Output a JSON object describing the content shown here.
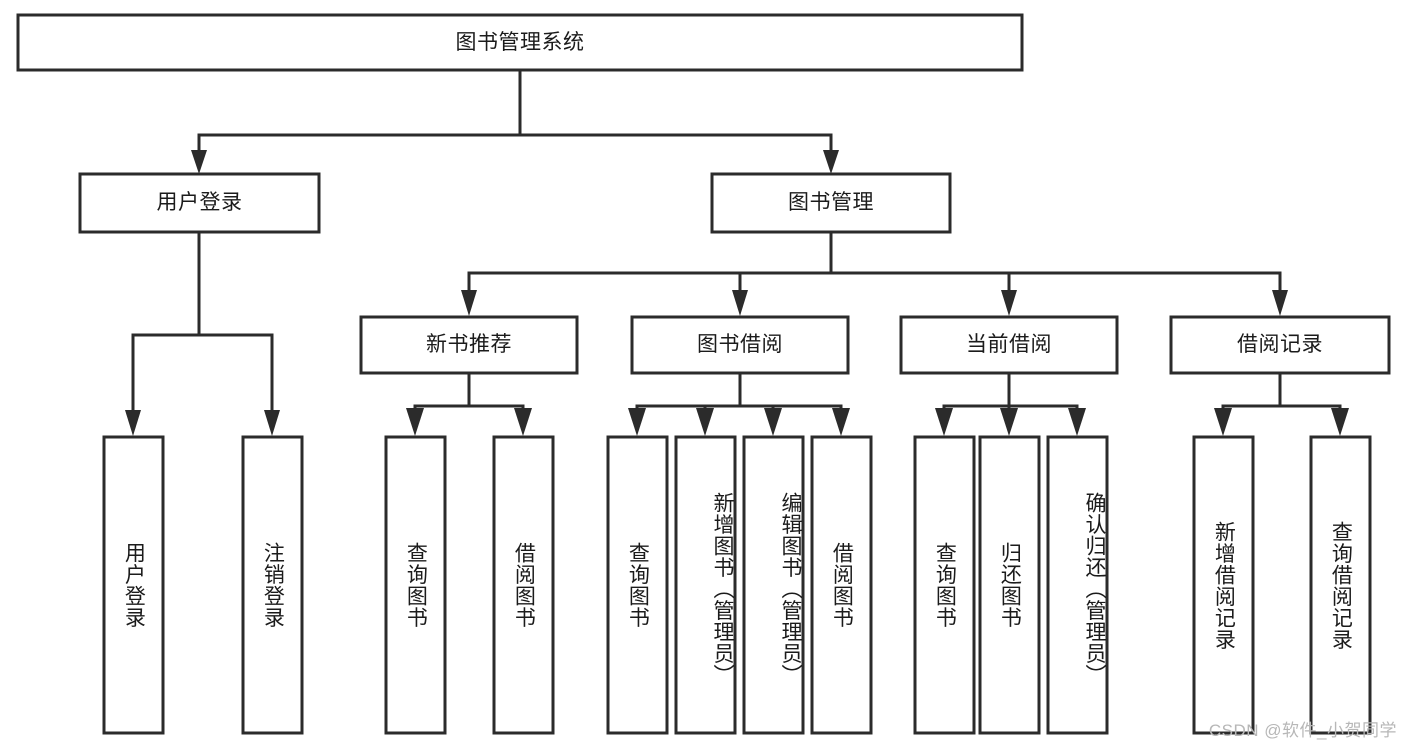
{
  "diagram": {
    "type": "tree-hierarchy-chart",
    "root": {
      "label": "图书管理系统"
    },
    "level2": [
      {
        "id": "user-login",
        "label": "用户登录"
      },
      {
        "id": "book-management",
        "label": "图书管理"
      }
    ],
    "level3": [
      {
        "id": "new-book-recommend",
        "label": "新书推荐",
        "parent": "book-management"
      },
      {
        "id": "book-borrow",
        "label": "图书借阅",
        "parent": "book-management"
      },
      {
        "id": "current-borrow",
        "label": "当前借阅",
        "parent": "book-management"
      },
      {
        "id": "borrow-record",
        "label": "借阅记录",
        "parent": "book-management"
      }
    ],
    "leaves": {
      "user-login": [
        {
          "id": "leaf-user-login",
          "label": "用户登录"
        },
        {
          "id": "leaf-user-logout",
          "label": "注销登录"
        }
      ],
      "new-book-recommend": [
        {
          "id": "leaf-query-book-1",
          "label": "查询图书"
        },
        {
          "id": "leaf-borrow-book-1",
          "label": "借阅图书"
        }
      ],
      "book-borrow": [
        {
          "id": "leaf-query-book-2",
          "label": "查询图书"
        },
        {
          "id": "leaf-add-book",
          "label": "新增图书（管理员）"
        },
        {
          "id": "leaf-edit-book",
          "label": "编辑图书（管理员）"
        },
        {
          "id": "leaf-borrow-book-2",
          "label": "借阅图书"
        }
      ],
      "current-borrow": [
        {
          "id": "leaf-query-book-3",
          "label": "查询图书"
        },
        {
          "id": "leaf-return-book",
          "label": "归还图书"
        },
        {
          "id": "leaf-confirm-return",
          "label": "确认归还（管理员）"
        }
      ],
      "borrow-record": [
        {
          "id": "leaf-add-record",
          "label": "新增借阅记录"
        },
        {
          "id": "leaf-query-record",
          "label": "查询借阅记录"
        }
      ]
    }
  },
  "watermark": {
    "text": "CSDN @软件_小贺同学"
  },
  "colors": {
    "stroke": "#2b2b2b",
    "fill": "#ffffff",
    "text": "#1b1b1b",
    "watermark": "#b7b7b7"
  }
}
